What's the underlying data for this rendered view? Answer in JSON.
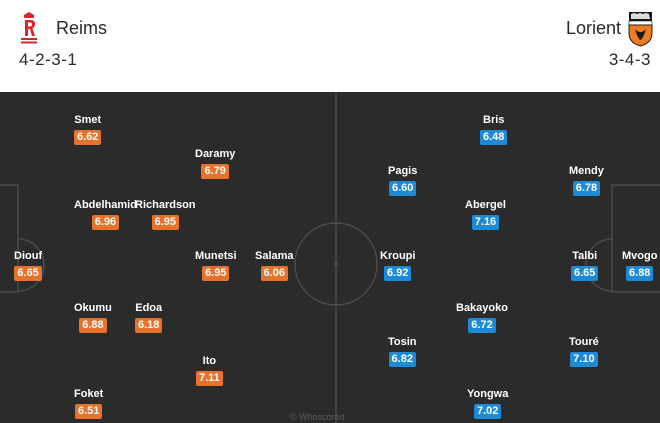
{
  "home": {
    "name": "Reims",
    "formation": "4-2-3-1",
    "crest_text": "STADE REIMS",
    "color": "#e8722c",
    "players": [
      {
        "id": "smet",
        "name": "Smet",
        "rating": "6.62"
      },
      {
        "id": "daramy",
        "name": "Daramy",
        "rating": "6.79"
      },
      {
        "id": "abdelhamid",
        "name": "Abdelhamid",
        "rating": "6.96"
      },
      {
        "id": "richardson",
        "name": "Richardson",
        "rating": "6.95"
      },
      {
        "id": "diouf",
        "name": "Diouf",
        "rating": "6.65"
      },
      {
        "id": "munetsi",
        "name": "Munetsi",
        "rating": "6.95"
      },
      {
        "id": "salama",
        "name": "Salama",
        "rating": "6.06"
      },
      {
        "id": "okumu",
        "name": "Okumu",
        "rating": "6.88"
      },
      {
        "id": "edoa",
        "name": "Edoa",
        "rating": "6.18"
      },
      {
        "id": "ito",
        "name": "Ito",
        "rating": "7.11"
      },
      {
        "id": "foket",
        "name": "Foket",
        "rating": "6.51"
      }
    ]
  },
  "away": {
    "name": "Lorient",
    "formation": "3-4-3",
    "crest_text": "FC LORIENT",
    "color": "#1c8ad6",
    "players": [
      {
        "id": "bris",
        "name": "Bris",
        "rating": "6.48"
      },
      {
        "id": "pagis",
        "name": "Pagis",
        "rating": "6.60"
      },
      {
        "id": "mendy",
        "name": "Mendy",
        "rating": "6.78"
      },
      {
        "id": "abergel",
        "name": "Abergel",
        "rating": "7.16"
      },
      {
        "id": "kroupi",
        "name": "Kroupi",
        "rating": "6.92"
      },
      {
        "id": "talbi",
        "name": "Talbi",
        "rating": "6.65"
      },
      {
        "id": "mvogo",
        "name": "Mvogo",
        "rating": "6.88"
      },
      {
        "id": "bakayoko",
        "name": "Bakayoko",
        "rating": "6.72"
      },
      {
        "id": "tosin",
        "name": "Tosin",
        "rating": "6.82"
      },
      {
        "id": "toure",
        "name": "Touré",
        "rating": "7.10"
      },
      {
        "id": "yongwa",
        "name": "Yongwa",
        "rating": "7.02"
      }
    ]
  },
  "footer": "© Whoscored"
}
